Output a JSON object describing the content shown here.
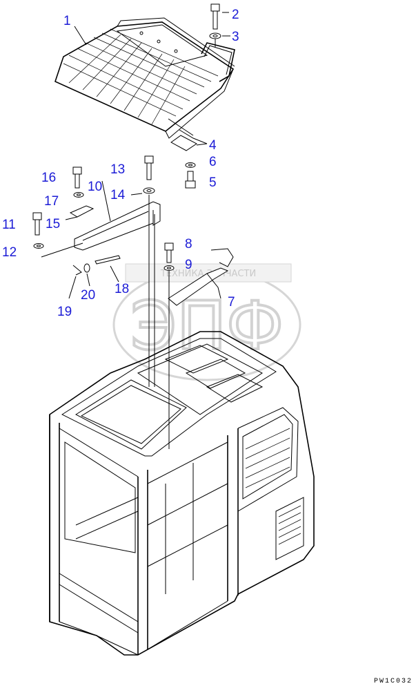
{
  "callouts": [
    {
      "id": "1",
      "label": "1"
    },
    {
      "id": "2",
      "label": "2"
    },
    {
      "id": "3",
      "label": "3"
    },
    {
      "id": "4",
      "label": "4"
    },
    {
      "id": "5",
      "label": "5"
    },
    {
      "id": "6",
      "label": "6"
    },
    {
      "id": "7",
      "label": "7"
    },
    {
      "id": "8",
      "label": "8"
    },
    {
      "id": "9",
      "label": "9"
    },
    {
      "id": "10",
      "label": "10"
    },
    {
      "id": "11",
      "label": "11"
    },
    {
      "id": "12",
      "label": "12"
    },
    {
      "id": "13",
      "label": "13"
    },
    {
      "id": "14",
      "label": "14"
    },
    {
      "id": "15",
      "label": "15"
    },
    {
      "id": "16",
      "label": "16"
    },
    {
      "id": "17",
      "label": "17"
    },
    {
      "id": "18",
      "label": "18"
    },
    {
      "id": "19",
      "label": "19"
    },
    {
      "id": "20",
      "label": "20"
    }
  ],
  "watermark": {
    "text": "ТЕХНИКА  ЗАПЧАСТИ",
    "logo": "ЭПФ"
  },
  "drawing_code": "PW1C032",
  "colors": {
    "callout": "#1b1bd6",
    "line": "#000000",
    "watermark": "#c9c9c9"
  }
}
